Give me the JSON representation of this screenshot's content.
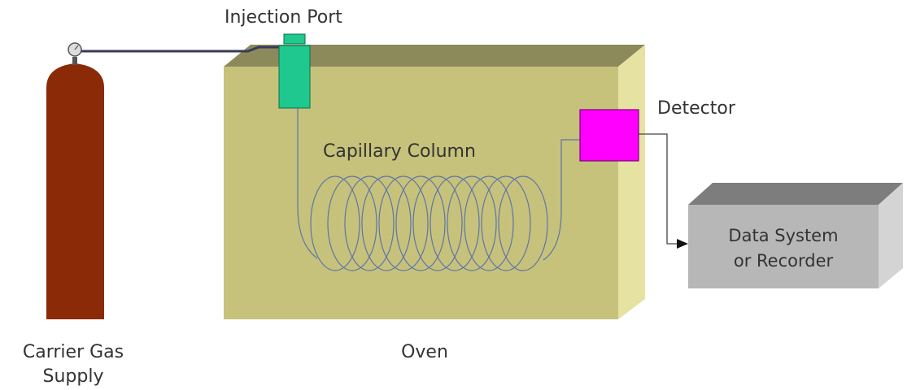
{
  "labels": {
    "injection_port": "Injection Port",
    "detector": "Detector",
    "capillary_column": "Capillary Column",
    "data_system_line1": "Data System",
    "data_system_line2": "or Recorder",
    "carrier_gas_line1": "Carrier Gas",
    "carrier_gas_line2": "Supply",
    "oven": "Oven"
  },
  "colors": {
    "cylinder": "#8a2a06",
    "oven_front": "#c6c27b",
    "oven_top": "#8c8a5b",
    "oven_side": "#e6e2a2",
    "injection_port": "#1fc88e",
    "detector": "#ff00ff",
    "data_box_front": "#b7b7b7",
    "data_box_top": "#7d7d7d",
    "data_box_side": "#d4d4d4",
    "tubing": "#3a3a5a",
    "coil": "#5d74a8"
  }
}
